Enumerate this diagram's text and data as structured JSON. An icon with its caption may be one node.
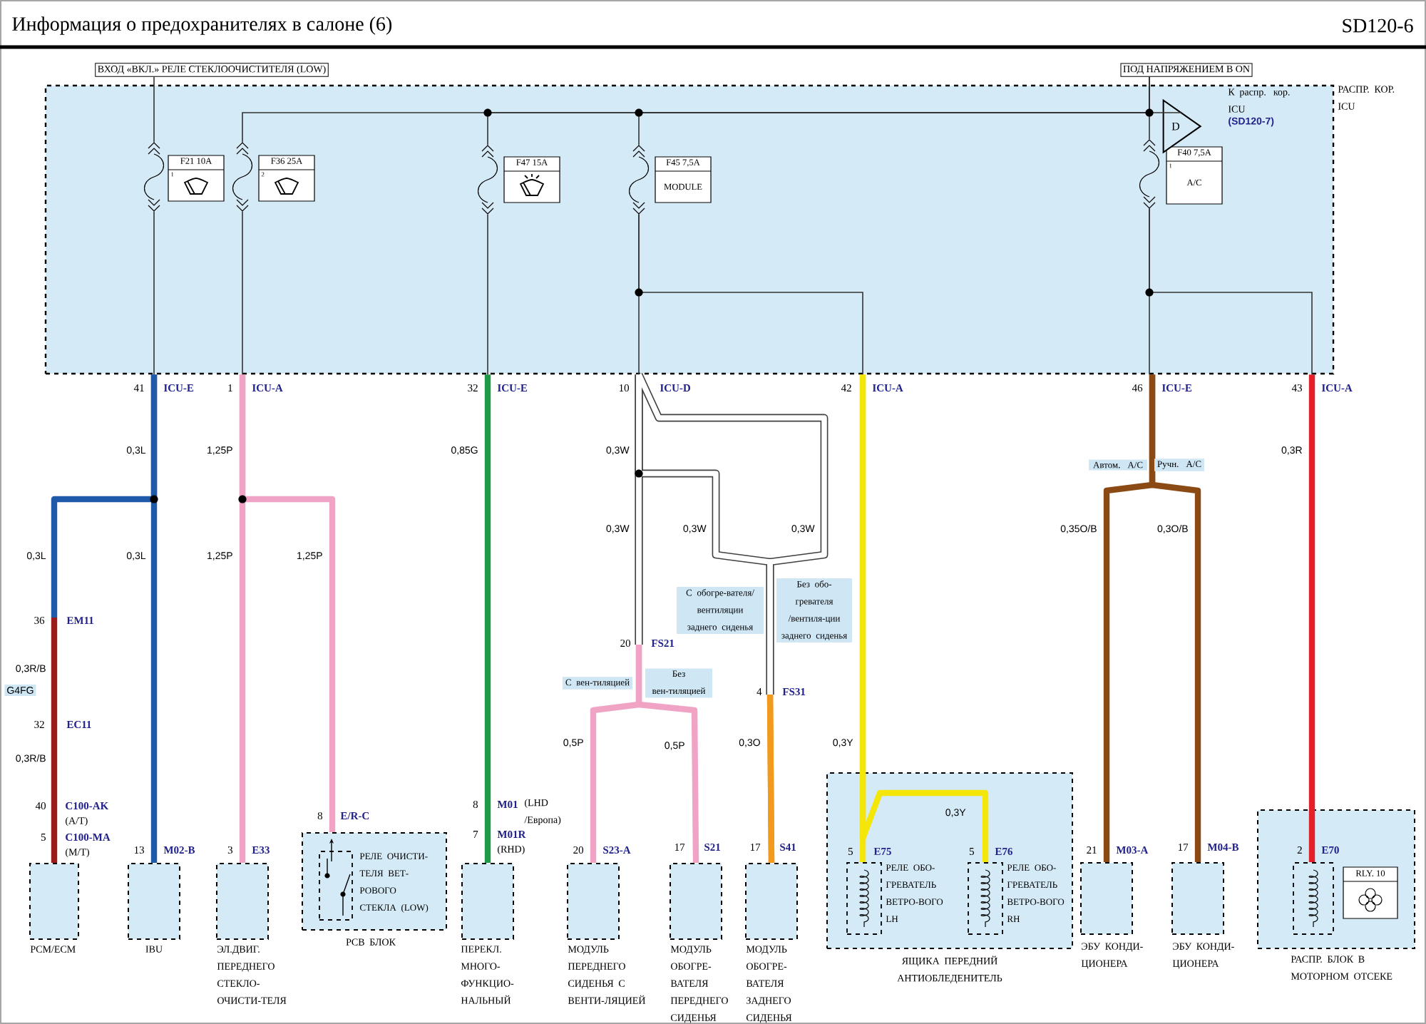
{
  "diagram": {
    "title": "Информация о предохранителях в салоне (6)",
    "nodes": [
      {
        "text": [
          "РАСПР. КОР. ICU"
        ]
      },
      {
        "text": [
          "F21 10A",
          "1"
        ],
        "in": 0
      },
      {
        "text": [
          "F36 25A",
          "2"
        ],
        "in": 0
      },
      {
        "text": [
          "F47 15A"
        ],
        "in": 0
      },
      {
        "text": [
          "F45 7,5A",
          "MODULE"
        ],
        "in": 0
      },
      {
        "text": [
          "F40 7,5A",
          "1",
          "A/C"
        ],
        "in": 0
      },
      {
        "text": [
          "D"
        ],
        "in": 0,
        "beside": [
          "К распр. кор. ICU",
          "(SD120-7)"
        ]
      },
      {
        "text": [
          "ВХОД «ВКЛ.» РЕЛЕ СТЕКЛООЧИСТИТЕЛЯ (LOW)"
        ]
      },
      {
        "text": [
          "ПОД НАПРЯЖЕНИЕМ В ON"
        ]
      },
      {
        "text": [
          "PCM/ECM"
        ]
      },
      {
        "text": [
          "IBU"
        ]
      },
      {
        "text": [
          "ЭЛ.ДВИГ. ПЕРЕДНЕГО СТЕКЛО-ОЧИСТИ-ТЕЛЯ"
        ]
      },
      {
        "text": [
          "PCB БЛОК"
        ]
      },
      {
        "text": [],
        "shape": "box",
        "in": 12,
        "beside": [
          "РЕЛЕ ОЧИСТИ-ТЕЛЯ ВЕТ-РОВОГО СТЕКЛА (LOW)"
        ]
      },
      {
        "text": [
          "ПЕРЕКЛ. МНОГО-ФУНКЦИО-НАЛЬНЫЙ"
        ]
      },
      {
        "text": [
          "МОДУЛЬ ПЕРЕДНЕГО СИДЕНЬЯ С ВЕНТИ-ЛЯЦИЕЙ"
        ]
      },
      {
        "text": [
          "МОДУЛЬ ОБОГРЕ-ВАТЕЛЯ ПЕРЕДНЕГО СИДЕНЬЯ"
        ]
      },
      {
        "text": [
          "МОДУЛЬ ОБОГРЕ-ВАТЕЛЯ ЗАДНЕГО СИДЕНЬЯ"
        ]
      },
      {
        "text": [
          "ЯЩИКА ПЕРЕДНИЙ АНТИОБЛЕДЕНИТЕЛЬ"
        ]
      },
      {
        "text": [],
        "shape": "box",
        "in": 18,
        "beside": [
          "РЕЛЕ ОБО-ГРЕВАТЕЛЬ ВЕТРО-ВОГО LH"
        ]
      },
      {
        "text": [],
        "shape": "box",
        "in": 18,
        "beside": [
          "РЕЛЕ ОБО-ГРЕВАТЕЛЬ ВЕТРО-ВОГО RH"
        ]
      },
      {
        "text": [
          "ЭБУ КОНДИ-ЦИОНЕРА"
        ]
      },
      {
        "text": [
          "ЭБУ КОНДИ-ЦИОНЕРА"
        ]
      },
      {
        "text": [
          "РАСПР. БЛОК В МОТОРНОМ ОТСЕКЕ"
        ]
      },
      {
        "text": [],
        "shape": "box",
        "in": 23
      },
      {
        "text": [
          "RLY. 10"
        ],
        "in": 23
      },
      {
        "text": [],
        "shape": "fuse",
        "in": 0
      },
      {
        "text": [],
        "shape": "fuse",
        "in": 0
      },
      {
        "text": [],
        "shape": "fuse",
        "in": 0
      },
      {
        "text": [],
        "shape": "fuse",
        "in": 0
      },
      {
        "text": [],
        "shape": "fuse",
        "in": 0
      }
    ],
    "edges": [
      {
        "from": 0,
        "to": 9,
        "arrow": "none",
        "color": "#1e5aa8"
      },
      {
        "from": 0,
        "to": 10,
        "arrow": "none",
        "color": "#1e5aa8"
      },
      {
        "from": 0,
        "to": 11,
        "arrow": "none",
        "color": "#f0a3c4"
      },
      {
        "from": 0,
        "to": 12,
        "arrow": "none",
        "color": "#f0a3c4"
      },
      {
        "from": 0,
        "to": 14,
        "arrow": "none",
        "color": "#1e9a48"
      },
      {
        "from": 0,
        "to": 15,
        "arrow": "none",
        "color": "#ffffff",
        "label": "С вен-тиляцией"
      },
      {
        "from": 0,
        "to": 16,
        "arrow": "none",
        "color": "#ffffff",
        "label": "Без вен-тиляцией"
      },
      {
        "from": 0,
        "to": 17,
        "arrow": "none",
        "color": "#ffffff",
        "label": "С обогре-вателя/ вентиляции заднего сиденья"
      },
      {
        "from": 0,
        "to": 17,
        "arrow": "none",
        "color": "#ffffff",
        "label": "Без обо-гревателя /вентиля-ции заднего сиденья"
      },
      {
        "from": 0,
        "to": 19,
        "arrow": "none",
        "color": "#f5e60a"
      },
      {
        "from": 0,
        "to": 20,
        "arrow": "none",
        "color": "#f5e60a"
      },
      {
        "from": 0,
        "to": 21,
        "arrow": "none",
        "color": "#8b4a14",
        "label": "Автом. A/C"
      },
      {
        "from": 0,
        "to": 22,
        "arrow": "none",
        "color": "#8b4a14",
        "label": "Ручн. A/C"
      },
      {
        "from": 0,
        "to": 24,
        "arrow": "none",
        "color": "#e3202a"
      },
      {
        "from": 7,
        "to": 26,
        "arrow": "none"
      },
      {
        "from": 26,
        "to": 0,
        "arrow": "none"
      },
      {
        "from": 8,
        "to": 27,
        "arrow": "none"
      },
      {
        "from": 27,
        "to": 0,
        "arrow": "none"
      },
      {
        "from": 8,
        "to": 28,
        "arrow": "none"
      },
      {
        "from": 28,
        "to": 0,
        "arrow": "none"
      },
      {
        "from": 8,
        "to": 29,
        "arrow": "none"
      },
      {
        "from": 29,
        "to": 0,
        "arrow": "none"
      },
      {
        "from": 29,
        "to": 0,
        "arrow": "none"
      },
      {
        "from": 8,
        "to": 30,
        "arrow": "none"
      },
      {
        "from": 30,
        "to": 0,
        "arrow": "none"
      },
      {
        "from": 30,
        "to": 0,
        "arrow": "none"
      },
      {
        "from": 8,
        "to": 6,
        "arrow": "none"
      }
    ],
    "labels": [
      "SD120-6",
      "41",
      "ICU-E",
      "1",
      "ICU-A",
      "32",
      "ICU-E",
      "10",
      "ICU-D",
      "42",
      "ICU-A",
      "46",
      "ICU-E",
      "43",
      "ICU-A",
      "0,3L",
      "1,25P",
      "0,85G",
      "0,3W",
      "0,3R",
      "0,3L",
      "0,3L",
      "1,25P",
      "1,25P",
      "0,3W",
      "0,3W",
      "0,3W",
      "0,35O/B",
      "0,3O/B",
      "36",
      "EM11",
      "0,3R/B",
      "G4FG",
      "20",
      "FS21",
      "4",
      "FS31",
      "32",
      "EC11",
      "0,3R/B",
      "0,5P",
      "0,5P",
      "0,3O",
      "0,3Y",
      "0,3Y",
      "40",
      "C100-AK",
      "(A/T)",
      "8",
      "E/R-C",
      "8",
      "M01",
      "(LHD /Европа)",
      "5",
      "C100-MA",
      "(M/T)",
      "13",
      "M02-B",
      "3",
      "E33",
      "7",
      "M01R",
      "(RHD)",
      "20",
      "S23-A",
      "17",
      "S21",
      "17",
      "S41",
      "5",
      "E75",
      "5",
      "E76",
      "21",
      "M03-A",
      "17",
      "M04-B",
      "2",
      "E70"
    ]
  }
}
